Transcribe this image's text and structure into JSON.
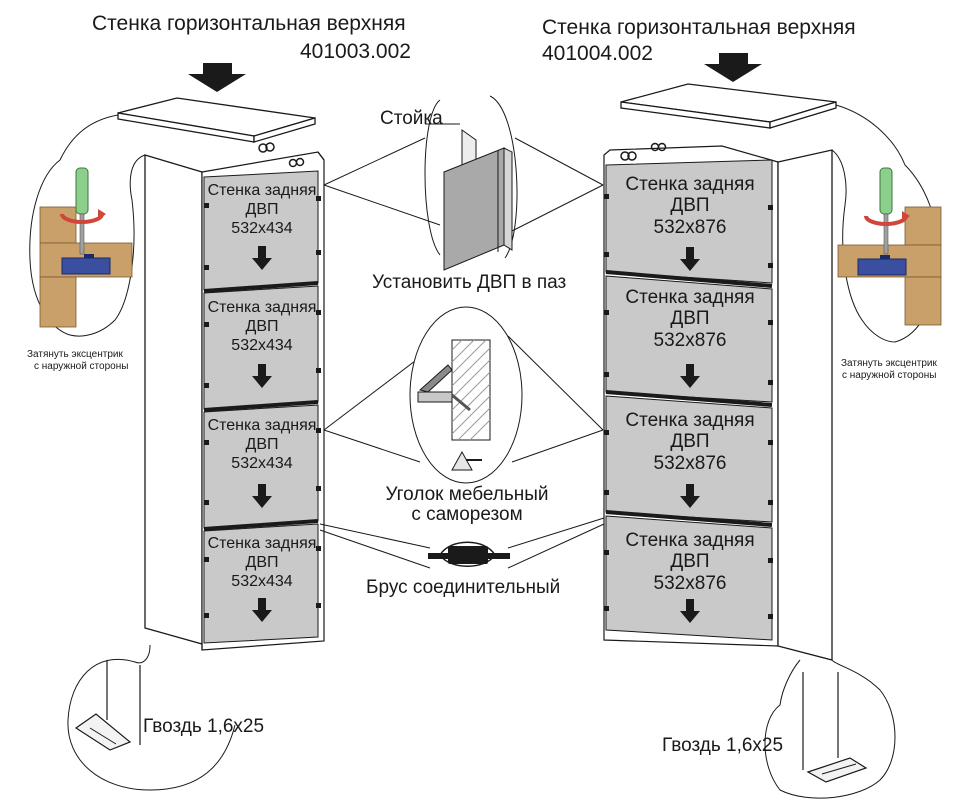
{
  "left_unit": {
    "top_panel_name": "Стенка горизонтальная верхняя",
    "top_panel_code": "401003.002",
    "back_panels": [
      {
        "l1": "Стенка задняя",
        "l2": "ДВП",
        "l3": "532х434"
      },
      {
        "l1": "Стенка задняя",
        "l2": "ДВП",
        "l3": "532х434"
      },
      {
        "l1": "Стенка задняя",
        "l2": "ДВП",
        "l3": "532х434"
      },
      {
        "l1": "Стенка задняя",
        "l2": "ДВП",
        "l3": "532х434"
      }
    ],
    "eccentric_note_1": "Затянуть эксцентрик",
    "eccentric_note_2": "с наружной стороны",
    "nail_label": "Гвоздь 1,6х25"
  },
  "right_unit": {
    "top_panel_name": "Стенка горизонтальная верхняя",
    "top_panel_code": "401004.002",
    "back_panels": [
      {
        "l1": "Стенка задняя",
        "l2": "ДВП",
        "l3": "532х876"
      },
      {
        "l1": "Стенка задняя",
        "l2": "ДВП",
        "l3": "532х876"
      },
      {
        "l1": "Стенка задняя",
        "l2": "ДВП",
        "l3": "532х876"
      },
      {
        "l1": "Стенка задняя",
        "l2": "ДВП",
        "l3": "532х876"
      }
    ],
    "eccentric_note_1": "Затянуть эксцентрик",
    "eccentric_note_2": "с наружной стороны",
    "nail_label": "Гвоздь 1,6х25"
  },
  "center": {
    "post_label": "Стойка",
    "install_label": "Установить ДВП в паз",
    "corner_label_1": "Уголок мебельный",
    "corner_label_2": "с саморезом",
    "beam_label": "Брус соединительный"
  }
}
